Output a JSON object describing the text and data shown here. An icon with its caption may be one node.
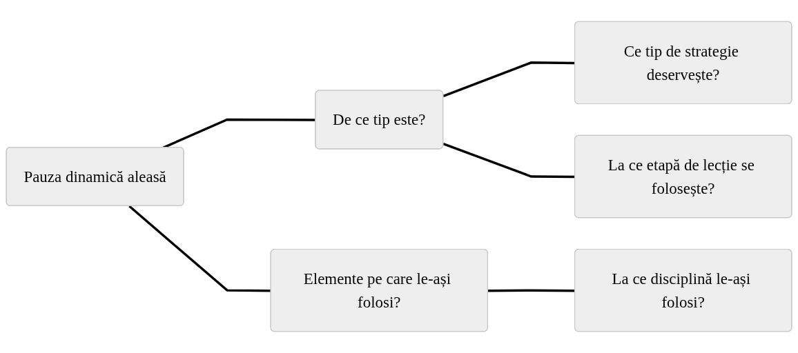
{
  "diagram": {
    "nodes": [
      {
        "text": [
          "Pauza dinamică aleasă"
        ]
      },
      {
        "text": [
          "De ce tip este?"
        ]
      },
      {
        "text": [
          "Ce tip de strategie deservește?"
        ]
      },
      {
        "text": [
          "La ce etapă de lecție se folosește?"
        ]
      },
      {
        "text": [
          "Elemente pe care le-ași folosi?"
        ]
      },
      {
        "text": [
          "La ce disciplină le-ași folosi?"
        ]
      }
    ],
    "edges": [
      {
        "from": 0,
        "to": 1,
        "arrow": "none"
      },
      {
        "from": 1,
        "to": 2,
        "arrow": "none"
      },
      {
        "from": 1,
        "to": 3,
        "arrow": "none"
      },
      {
        "from": 0,
        "to": 4,
        "arrow": "none"
      },
      {
        "from": 4,
        "to": 5,
        "arrow": "none"
      }
    ]
  }
}
